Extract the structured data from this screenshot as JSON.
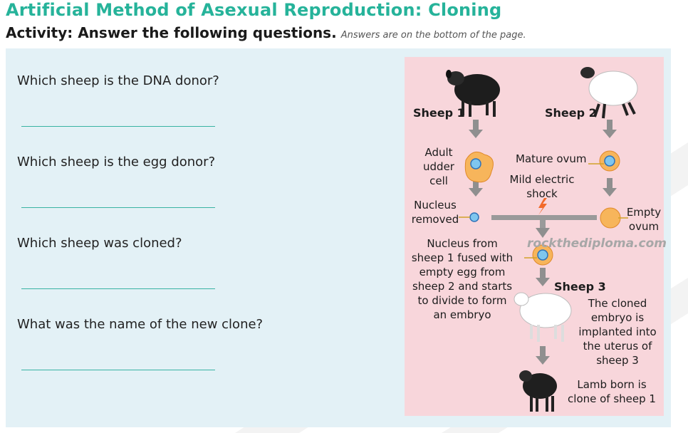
{
  "title": "Artificial Method of Asexual Reproduction: Cloning",
  "activity": {
    "heading": "Activity: Answer the following questions.",
    "note": "Answers are on the bottom of the page."
  },
  "questions": [
    {
      "text": "Which sheep is the DNA donor?"
    },
    {
      "text": "Which sheep is the egg donor?"
    },
    {
      "text": "Which sheep was cloned?"
    },
    {
      "text": "What was the name of the new clone?"
    }
  ],
  "diagram": {
    "sheep1": "Sheep 1",
    "sheep2": "Sheep 2",
    "sheep3": "Sheep 3",
    "adult_cell": [
      "Adult",
      "udder",
      "cell"
    ],
    "mature_ovum": "Mature ovum",
    "shock": [
      "Mild electric",
      "shock"
    ],
    "nucleus_removed": [
      "Nucleus",
      "removed"
    ],
    "empty_ovum": [
      "Empty",
      "ovum"
    ],
    "fused": [
      "Nucleus from",
      "sheep 1 fused with",
      "empty egg from",
      "sheep 2 and starts",
      "to divide to form",
      "an embryo"
    ],
    "implanted": [
      "The cloned",
      "embryo is",
      "implanted into",
      "the uterus of",
      "sheep 3"
    ],
    "lamb": [
      "Lamb born is",
      "clone of sheep 1"
    ],
    "watermark": "rockthediploma.com"
  },
  "colors": {
    "title": "#26b39a",
    "panel": "#e3f1f6",
    "diagram_bg": "#f8d6db",
    "answer_line": "#39b3a3",
    "arrow": "#8f8f8f",
    "cell_fill": "#f7b55b",
    "nucleus_fill": "#7fc6ee"
  }
}
